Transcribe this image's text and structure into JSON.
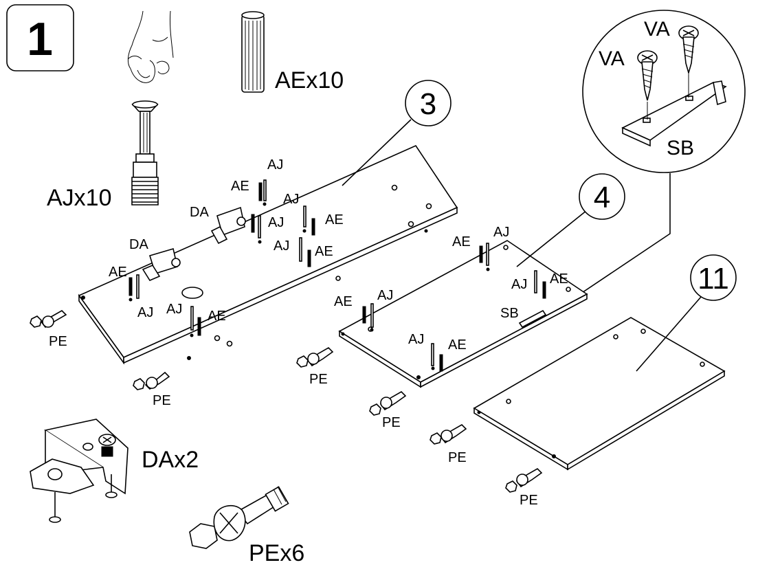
{
  "step": {
    "number": "1"
  },
  "hardware": {
    "dowel": "AEx10",
    "cam_bolt": "AJx10",
    "bracket": "DAx2",
    "cam_lock": "PEx6"
  },
  "detail": {
    "screw_a": "VA",
    "screw_b": "VA",
    "strip": "SB"
  },
  "parts": [
    {
      "id": "3"
    },
    {
      "id": "4"
    },
    {
      "id": "11"
    }
  ],
  "labels": {
    "panel3": [
      "AJ",
      "AE",
      "AJ",
      "DA",
      "AJ",
      "AE",
      "DA",
      "AJ",
      "AE",
      "AE",
      "AJ",
      "AJ",
      "AE",
      "PE",
      "PE"
    ],
    "panel4": [
      "AE",
      "AJ",
      "AJ",
      "AE",
      "AE",
      "AJ",
      "SB",
      "AJ",
      "AE",
      "PE",
      "PE"
    ],
    "panel11": [
      "PE",
      "PE"
    ]
  }
}
